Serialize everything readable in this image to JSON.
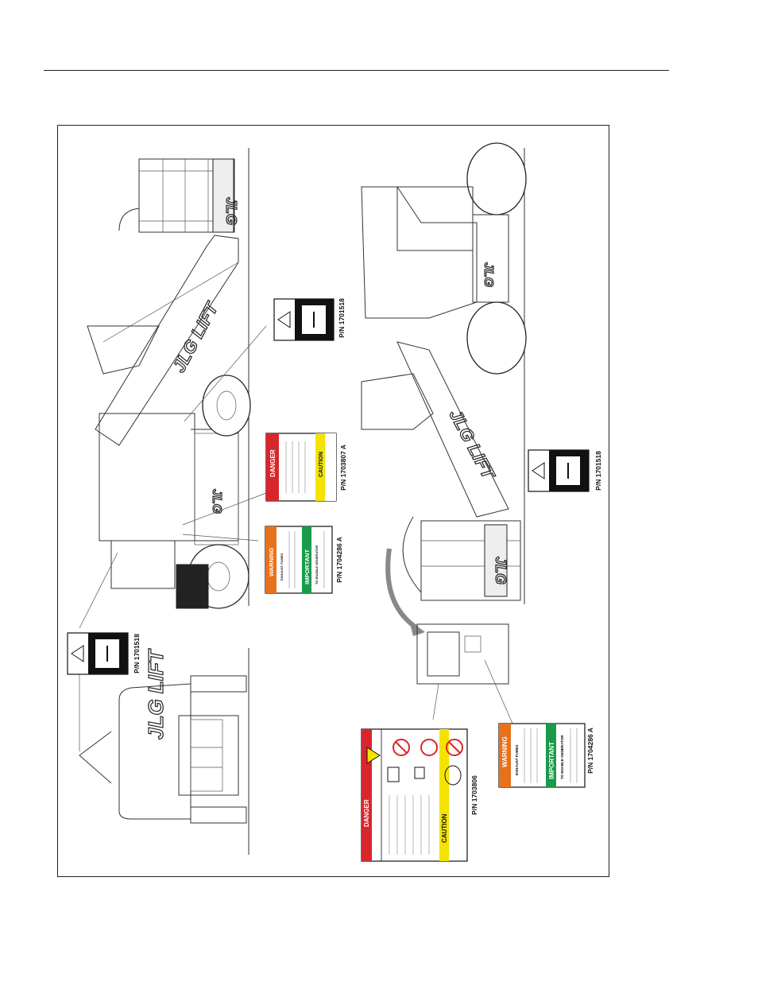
{
  "page": {
    "labels": {
      "a": "P/N 1701518",
      "b": "P/N 1703807 A",
      "c": "P/N 1704286 A",
      "d": "P/N 1701518",
      "e": "P/N 1701518",
      "f": "P/N 1703806",
      "g": "P/N 1704286 A"
    },
    "decal_words": {
      "danger": "DANGER",
      "caution": "CAUTION",
      "warning": "WARNING",
      "important": "IMPORTANT",
      "exhaust": "EXHAUST FUMES",
      "enable_gen": "TO ENABLE GENERATOR",
      "brand_lift": "JLG LIFT",
      "brand": "JLG"
    },
    "colors": {
      "danger_red": "#d9262c",
      "caution_yellow": "#f4e300",
      "warning_orange": "#e8721c",
      "important_green": "#1a9a4a"
    }
  }
}
